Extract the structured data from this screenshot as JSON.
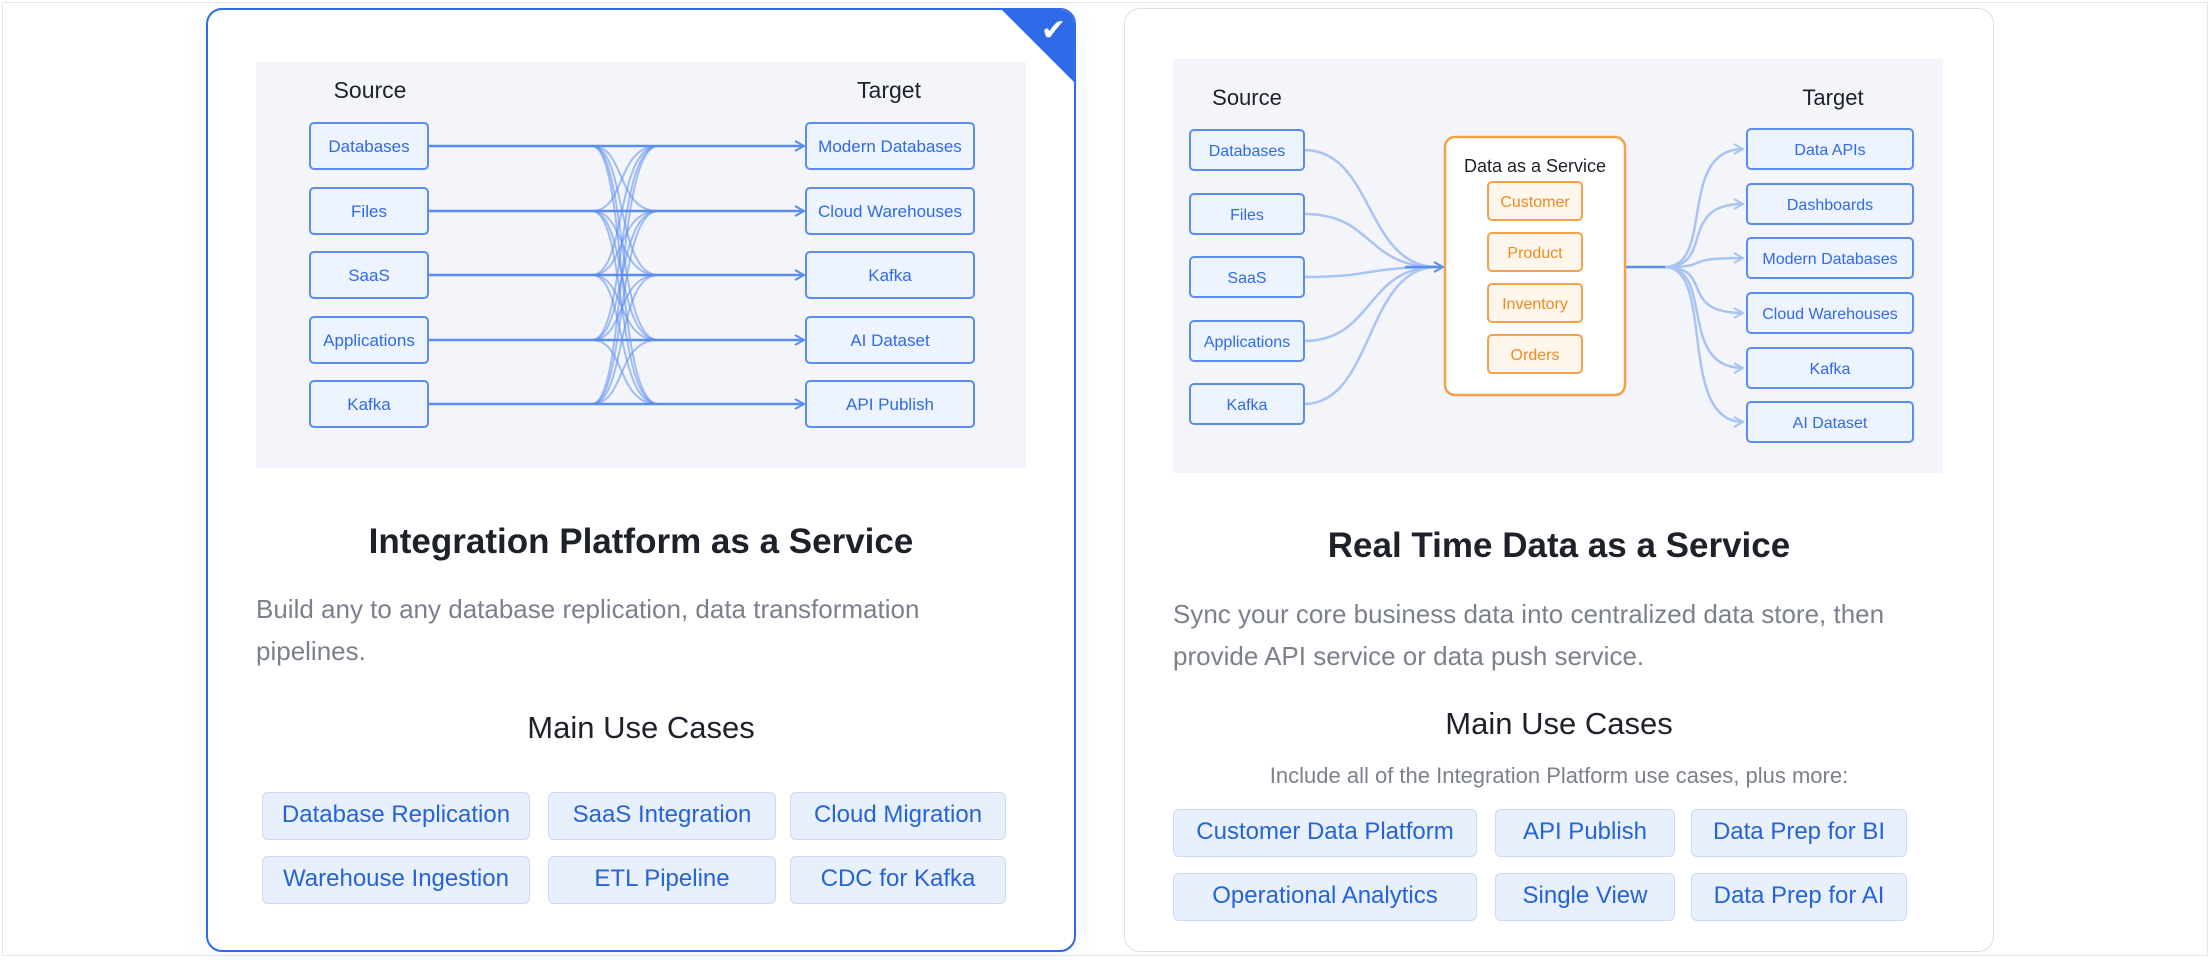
{
  "cards": [
    {
      "selected": true,
      "title": "Integration Platform as a Service",
      "description": "Build any to any database replication, data transformation pipelines.",
      "use_cases_title": "Main Use Cases",
      "use_cases": [
        "Database Replication",
        "SaaS Integration",
        "Cloud Migration",
        "Warehouse Ingestion",
        "ETL Pipeline",
        "CDC for Kafka"
      ],
      "diagram": {
        "source_label": "Source",
        "target_label": "Target",
        "sources": [
          "Databases",
          "Files",
          "SaaS",
          "Applications",
          "Kafka"
        ],
        "targets": [
          "Modern Databases",
          "Cloud Warehouses",
          "Kafka",
          "AI Dataset",
          "API Publish"
        ]
      }
    },
    {
      "selected": false,
      "title": "Real Time Data as a Service",
      "description": "Sync your core business data into centralized data store, then provide API service or data push service.",
      "use_cases_title": "Main Use Cases",
      "use_cases_note": "Include all of the Integration Platform use cases, plus more:",
      "use_cases": [
        "Customer Data Platform",
        "API Publish",
        "Data Prep for BI",
        "Operational Analytics",
        "Single View",
        "Data Prep for AI"
      ],
      "diagram": {
        "source_label": "Source",
        "target_label": "Target",
        "center_title": "Data as a Service",
        "center_items": [
          "Customer",
          "Product",
          "Inventory",
          "Orders"
        ],
        "sources": [
          "Databases",
          "Files",
          "SaaS",
          "Applications",
          "Kafka"
        ],
        "targets": [
          "Data APIs",
          "Dashboards",
          "Modern Databases",
          "Cloud Warehouses",
          "Kafka",
          "AI Dataset"
        ]
      }
    }
  ],
  "colors": {
    "accent": "#2f6ae8",
    "box_border": "#5b8def",
    "orange": "#f5a04a",
    "chip_bg": "#e8f0fe"
  },
  "icons": {
    "selected": "check-icon"
  }
}
